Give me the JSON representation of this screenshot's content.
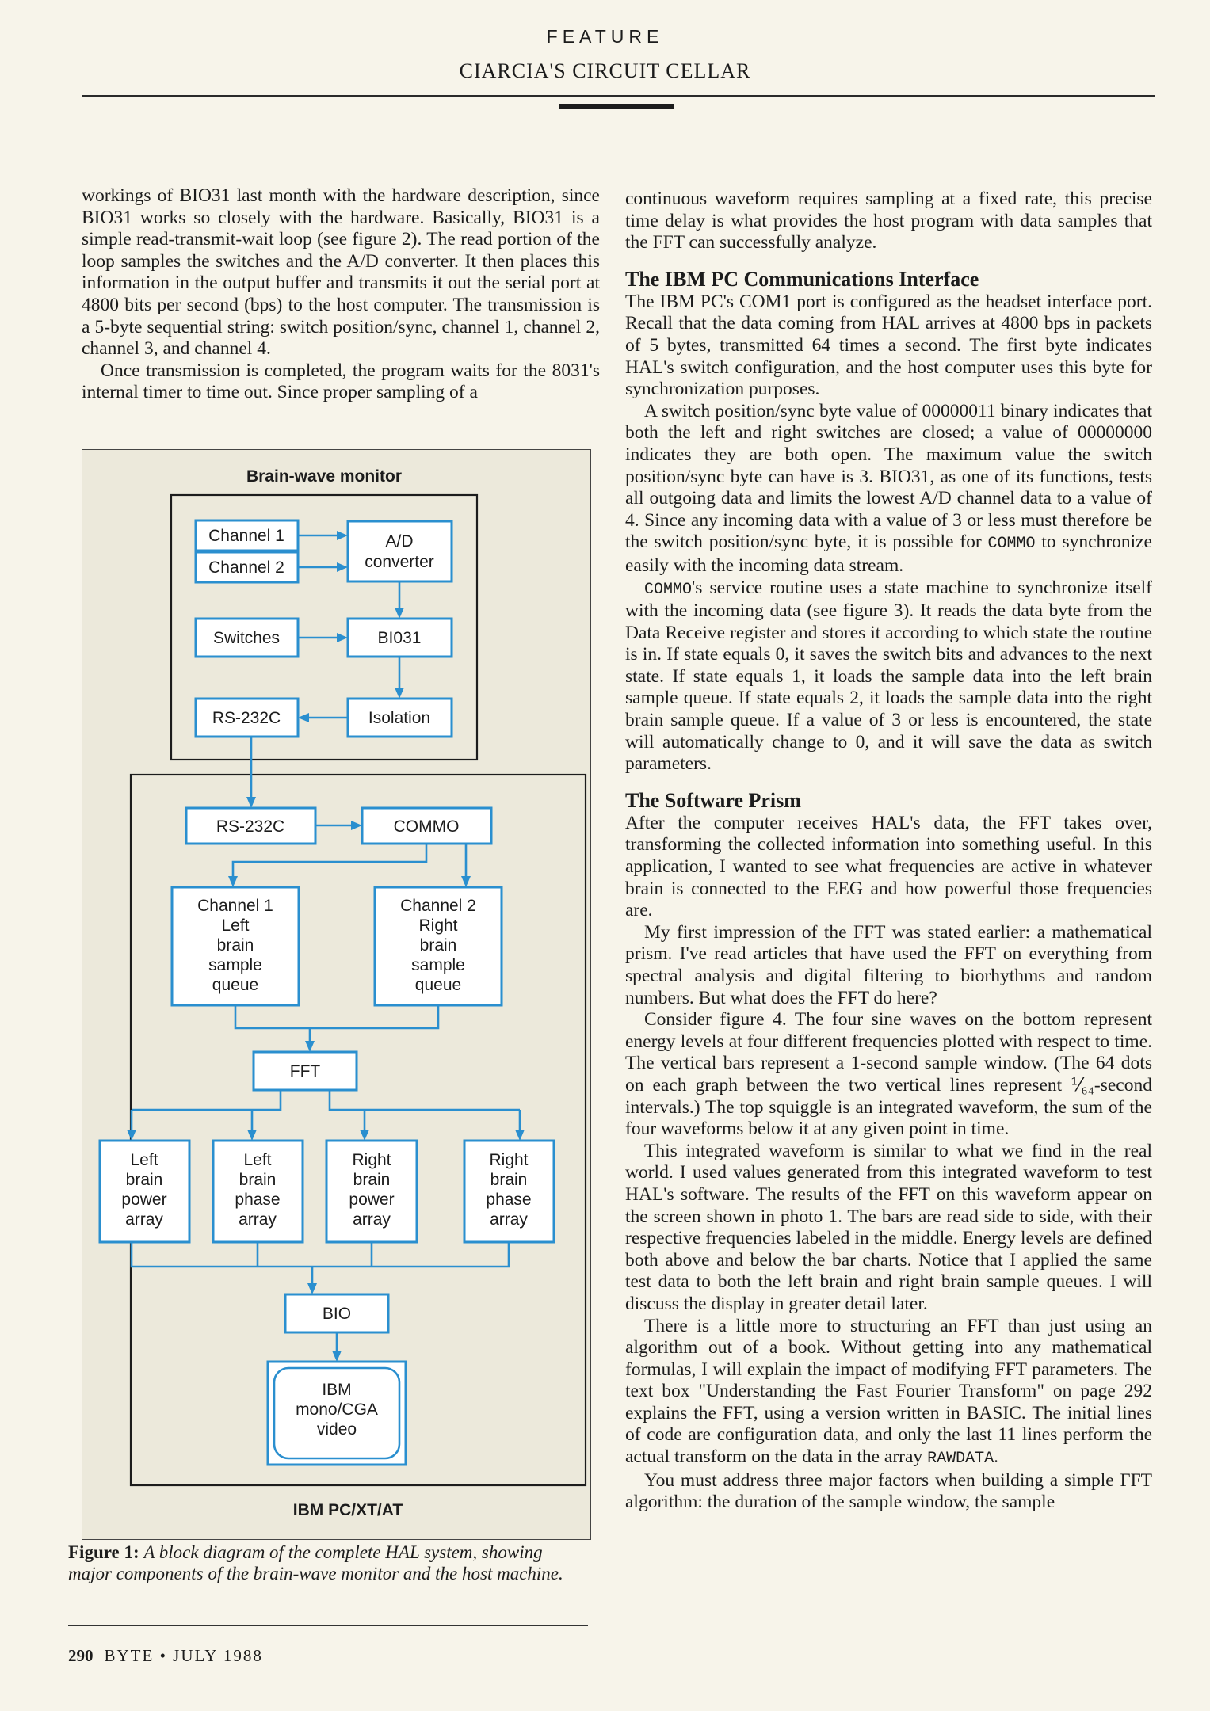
{
  "header": {
    "kicker": "FEATURE",
    "column_title": "CIARCIA'S CIRCUIT CELLAR"
  },
  "left_column": {
    "paragraphs": [
      "workings of BIO31 last month with the hardware description, since BIO31 works so closely with the hardware. Basically, BIO31 is a simple read-transmit-wait loop (see figure 2). The read portion of the loop samples the switches and the A/D converter. It then places this information in the output buffer and transmits it out the serial port at 4800 bits per second (bps) to the host computer. The transmission is a 5-byte sequential string: switch position/sync, channel 1, channel 2, channel 3, and channel 4.",
      "Once transmission is completed, the program waits for the 8031's internal timer to time out. Since proper sampling of a"
    ]
  },
  "right_column": {
    "p0": "continuous waveform requires sampling at a fixed rate, this precise time delay is what provides the host program with data samples that the FFT can successfully analyze.",
    "h1": "The IBM PC Communications Interface",
    "p1": "The IBM PC's COM1 port is configured as the headset interface port. Recall that the data coming from HAL arrives at 4800 bps in packets of 5 bytes, transmitted 64 times a second. The first byte indicates HAL's switch configuration, and the host computer uses this byte for synchronization purposes.",
    "p2a": "A switch position/sync byte value of 00000011 binary indicates that both the left and right switches are closed; a value of 00000000 indicates they are both open. The maximum value the switch position/sync byte can have is 3. BIO31, as one of its functions, tests all outgoing data and limits the lowest A/D channel data to a value of 4. Since any incoming data with a value of 3 or less must therefore be the switch position/sync byte, it is possible for ",
    "p2_code": "COMMO",
    "p2b": " to synchronize easily with the incoming data stream.",
    "p3_code": "COMMO",
    "p3": "'s service routine uses a state machine to synchronize itself with the incoming data (see figure 3). It reads the data byte from the Data Receive register and stores it according to which state the routine is in. If state equals 0, it saves the switch bits and advances to the next state. If state equals 1, it loads the sample data into the left brain sample queue. If state equals 2, it loads the sample data into the right brain sample queue. If a value of 3 or less is encountered, the state will automatically change to 0, and it will save the data as switch parameters.",
    "h2": "The Software Prism",
    "p4": "After the computer receives HAL's data, the FFT takes over, transforming the collected information into something useful. In this application, I wanted to see what frequencies are active in whatever brain is connected to the EEG and how powerful those frequencies are.",
    "p5": "My first impression of the FFT was stated earlier: a mathematical prism. I've read articles that have used the FFT on everything from spectral analysis and digital filtering to biorhythms and random numbers. But what does the FFT do here?",
    "p6": "Consider figure 4. The four sine waves on the bottom represent energy levels at four different frequencies plotted with respect to time. The vertical bars represent a 1-second sample window. (The 64 dots on each graph between the two vertical lines represent ⅟₆₄-second intervals.) The top squiggle is an integrated waveform, the sum of the four waveforms below it at any given point in time.",
    "p7": "This integrated waveform is similar to what we find in the real world. I used values generated from this integrated waveform to test HAL's software. The results of the FFT on this waveform appear on the screen shown in photo 1. The bars are read side to side, with their respective frequencies labeled in the middle. Energy levels are defined both above and below the bar charts. Notice that I applied the same test data to both the left brain and right brain sample queues. I will discuss the display in greater detail later.",
    "p8a": "There is a little more to structuring an FFT than just using an algorithm out of a book. Without getting into any mathematical formulas, I will explain the impact of modifying FFT parameters. The text box \"Understanding the Fast Fourier Transform\" on page 292 explains the FFT, using a version written in BASIC. The initial lines of code are configuration data, and only the last 11 lines perform the actual transform on the data in the array ",
    "p8_code": "RAWDATA",
    "p8b": ".",
    "p9": "You must address three major factors when building a simple FFT algorithm: the duration of the sample window, the sample"
  },
  "figure": {
    "title_top": "Brain-wave monitor",
    "title_bottom": "IBM PC/XT/AT",
    "accent_color": "#2a8fcf",
    "boxes": {
      "channel1": "Channel 1",
      "channel2": "Channel 2",
      "ad": [
        "A/D",
        "converter"
      ],
      "switches": "Switches",
      "bio31": "BI031",
      "rs232_top": "RS-232C",
      "isolation": "Isolation",
      "rs232_host": "RS-232C",
      "commo": "COMMO",
      "ch1_queue": [
        "Channel 1",
        "Left",
        "brain",
        "sample",
        "queue"
      ],
      "ch2_queue": [
        "Channel 2",
        "Right",
        "brain",
        "sample",
        "queue"
      ],
      "fft": "FFT",
      "left_power": [
        "Left",
        "brain",
        "power",
        "array"
      ],
      "left_phase": [
        "Left",
        "brain",
        "phase",
        "array"
      ],
      "right_power": [
        "Right",
        "brain",
        "power",
        "array"
      ],
      "right_phase": [
        "Right",
        "brain",
        "phase",
        "array"
      ],
      "bio": "BIO",
      "ibm_video": [
        "IBM",
        "mono/CGA",
        "video"
      ]
    }
  },
  "caption": {
    "label": "Figure 1:",
    "text": "A block diagram of the complete HAL system, showing major components of the brain-wave monitor and the host machine."
  },
  "footer": {
    "page_number": "290",
    "publication": "BYTE • JULY 1988"
  }
}
